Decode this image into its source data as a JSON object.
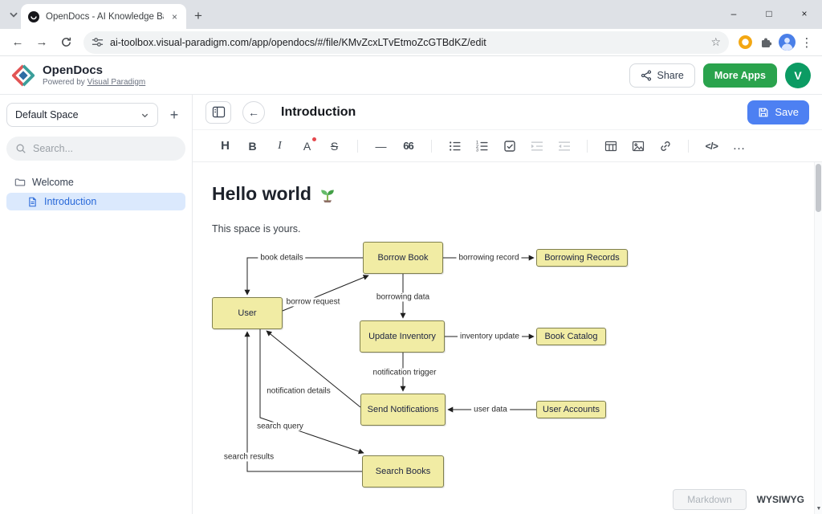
{
  "browser": {
    "tab_title": "OpenDocs - AI Knowledge Base",
    "url": "ai-toolbox.visual-paradigm.com/app/opendocs/#/file/KMvZcxLTvEtmoZcGTBdKZ/edit"
  },
  "glyphs": {
    "new_tab": "+",
    "tab_close": "×",
    "minimize": "–",
    "maximize": "□",
    "close": "×",
    "nav_back": "←",
    "nav_forward": "→",
    "star": "☆",
    "kebab": "⋮",
    "doc_back": "←",
    "add": "+",
    "scroll_down": "▼"
  },
  "header": {
    "brand": "OpenDocs",
    "powered_by": "Powered by",
    "powered_by_link": "Visual Paradigm",
    "share": "Share",
    "more_apps": "More Apps",
    "avatar_initial": "V"
  },
  "sidebar": {
    "space_name": "Default Space",
    "search_placeholder": "Search...",
    "tree": [
      {
        "label": "Welcome",
        "type": "folder"
      },
      {
        "label": "Introduction",
        "type": "document",
        "selected": true
      }
    ]
  },
  "doc": {
    "title": "Introduction",
    "save": "Save",
    "heading": "Hello world",
    "heading_emoji": "seedling",
    "paragraph": "This space is yours.",
    "mode_markdown": "Markdown",
    "mode_wysiwyg": "WYSIWYG"
  },
  "toolbar": {
    "heading": "H",
    "bold": "B",
    "italic": "I",
    "font_color": "A",
    "strikethrough": "S",
    "horizontal_rule": "—",
    "blockquote": "66",
    "code": "</>",
    "more": "…"
  },
  "diagram": {
    "nodes": [
      {
        "id": "borrow-book",
        "label": "Borrow Book"
      },
      {
        "id": "borrowing-records",
        "label": "Borrowing Records"
      },
      {
        "id": "user",
        "label": "User"
      },
      {
        "id": "update-inventory",
        "label": "Update Inventory"
      },
      {
        "id": "book-catalog",
        "label": "Book Catalog"
      },
      {
        "id": "send-notifications",
        "label": "Send Notifications"
      },
      {
        "id": "user-accounts",
        "label": "User Accounts"
      },
      {
        "id": "search-books",
        "label": "Search Books"
      }
    ],
    "edges": [
      {
        "from": "borrow-book",
        "to": "user",
        "label": "book details"
      },
      {
        "from": "borrow-book",
        "to": "borrowing-records",
        "label": "borrowing record"
      },
      {
        "from": "user",
        "to": "borrow-book",
        "label": "borrow request"
      },
      {
        "from": "borrow-book",
        "to": "update-inventory",
        "label": "borrowing data"
      },
      {
        "from": "update-inventory",
        "to": "book-catalog",
        "label": "inventory update"
      },
      {
        "from": "update-inventory",
        "to": "send-notifications",
        "label": "notification trigger"
      },
      {
        "from": "send-notifications",
        "to": "user",
        "label": "notification details"
      },
      {
        "from": "user-accounts",
        "to": "send-notifications",
        "label": "user data"
      },
      {
        "from": "user",
        "to": "search-books",
        "label": "search query"
      },
      {
        "from": "search-books",
        "to": "user",
        "label": "search results"
      }
    ]
  },
  "colors": {
    "accent_blue": "#4d80f2",
    "brand_green": "#2aa34d",
    "avatar_green": "#0c9b63",
    "selection_blue": "#dbe9fd",
    "diagram_node_fill": "#f1eca4",
    "diagram_node_border": "#80804e"
  }
}
